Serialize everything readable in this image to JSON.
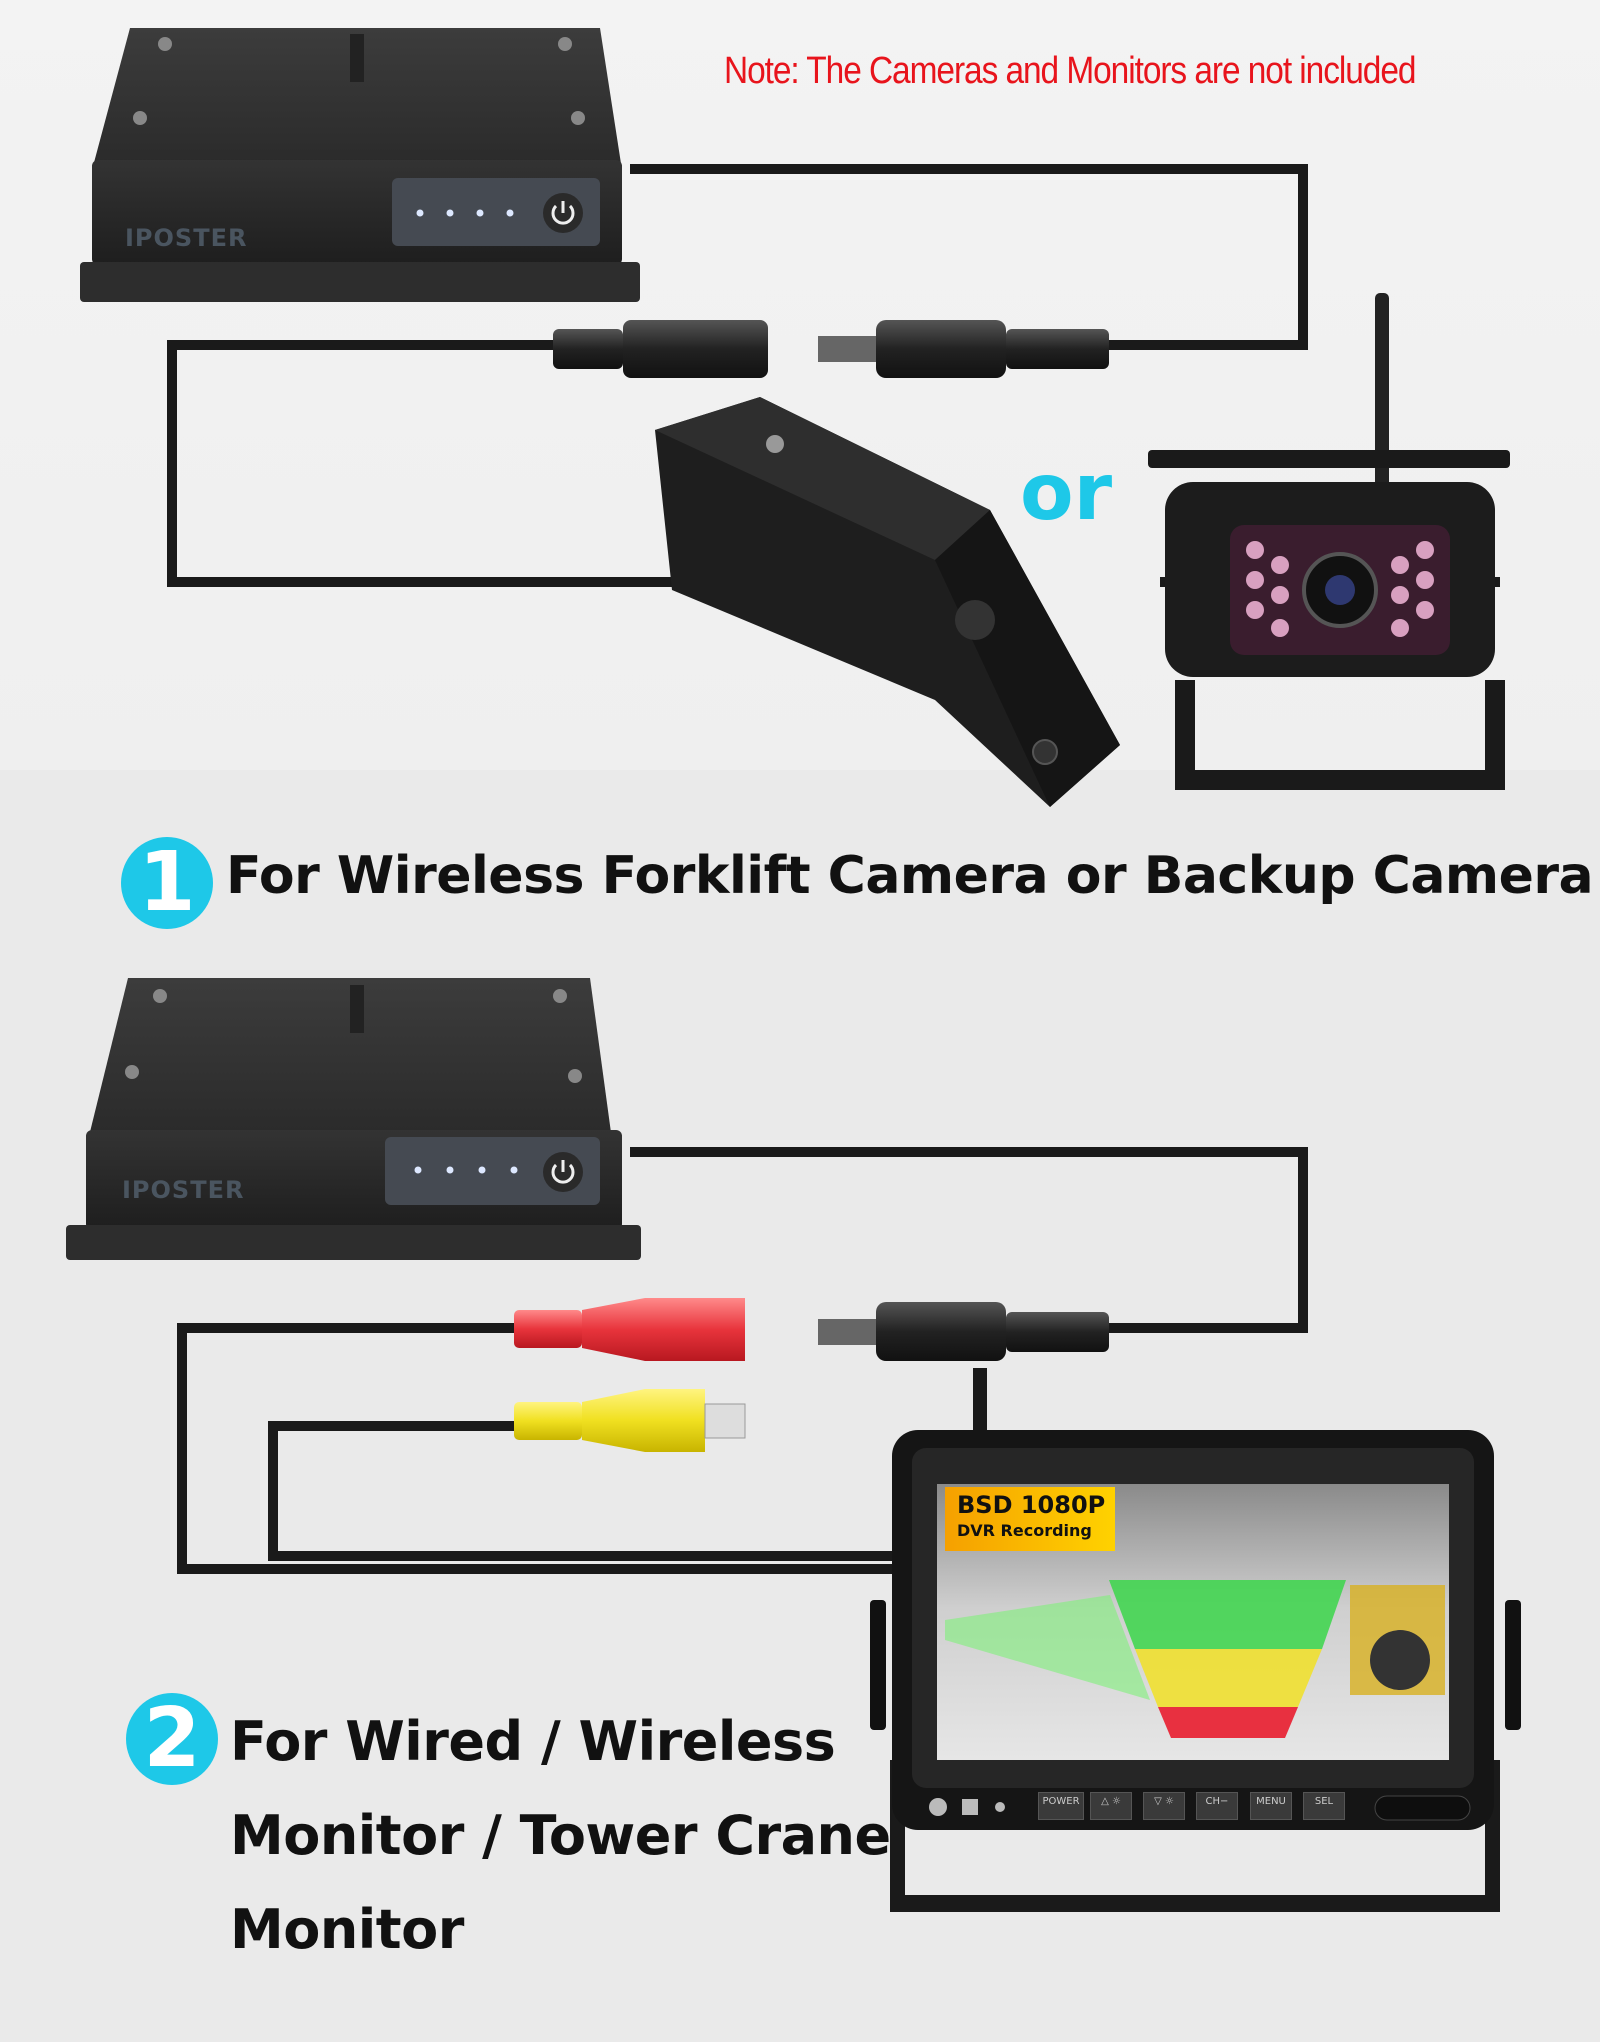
{
  "note": "Note: The Cameras and Monitors are not included",
  "or_label": "or",
  "section1": {
    "number": "1",
    "title": "For Wireless Forklift Camera or Backup Camera"
  },
  "section2": {
    "number": "2",
    "lines": [
      "For Wired / Wireless",
      "Monitor / Tower Crane",
      "Monitor"
    ]
  },
  "device": {
    "brand": "IPOSTER",
    "led_count": 4
  },
  "monitor": {
    "osd_title": "BSD 1080P",
    "osd_subtitle": "DVR Recording",
    "buttons": [
      "POWER",
      "△ ☼",
      "▽ ☼",
      "CH−",
      "MENU",
      "SEL"
    ]
  },
  "colors": {
    "accent": "#1ec8e8",
    "note": "#e8141c"
  }
}
